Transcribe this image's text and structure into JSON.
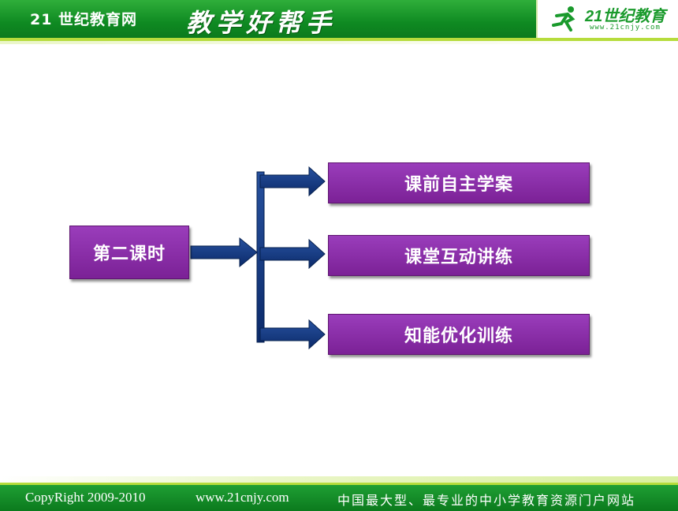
{
  "header": {
    "site_name": "21 世纪教育网",
    "slogan": "教学好帮手",
    "logo_brand": "21世纪教育",
    "logo_url": "www.21cnjy.com"
  },
  "diagram": {
    "root": "第二课时",
    "branches": [
      "课前自主学案",
      "课堂互动讲练",
      "知能优化训练"
    ]
  },
  "footer": {
    "copyright": "CopyRight 2009-2010",
    "url": "www.21cnjy.com",
    "tagline": "中国最大型、最专业的中小学教育资源门户网站"
  },
  "colors": {
    "header_green": "#0f8a22",
    "box_purple": "#7b2196",
    "arrow_navy": "#0b2a6a"
  }
}
